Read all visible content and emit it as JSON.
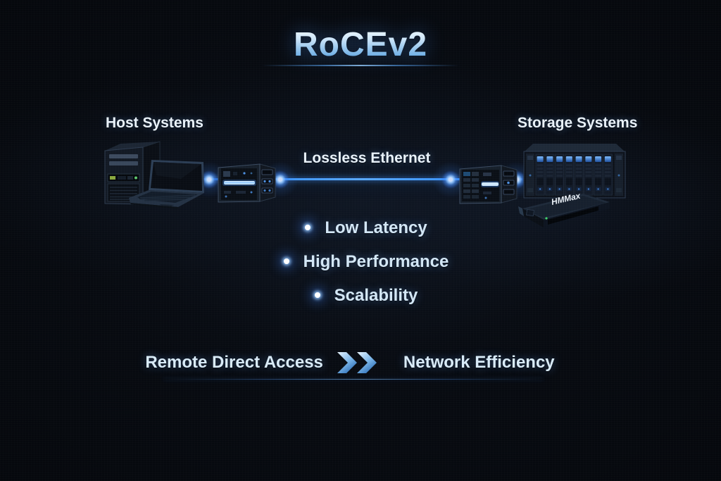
{
  "title": "RoCEv2",
  "labels": {
    "host": "Host Systems",
    "storage": "Storage Systems",
    "ethernet": "Lossless Ethernet"
  },
  "bullets": [
    "Low Latency",
    "High Performance",
    "Scalability"
  ],
  "footer": {
    "left": "Remote Direct Access",
    "right": "Network Efficiency"
  },
  "devices": {
    "appliance_label": "HMMax"
  },
  "icons": {
    "connector": "double-chevron-right-icon",
    "bullet": "glow-dot-icon",
    "host_devices": [
      "desktop-tower-icon",
      "laptop-icon"
    ],
    "network_devices": [
      "network-switch-icon"
    ],
    "storage_devices": [
      "storage-array-icon",
      "rack-appliance-icon"
    ]
  },
  "colors": {
    "accent": "#3b8fe8",
    "line": "#2f8dff",
    "title_top": "#f4fbff",
    "title_bottom": "#5aa2e0",
    "text": "#e9f2fa",
    "bullet_text": "#d3e7f6",
    "background": "#04060a"
  }
}
